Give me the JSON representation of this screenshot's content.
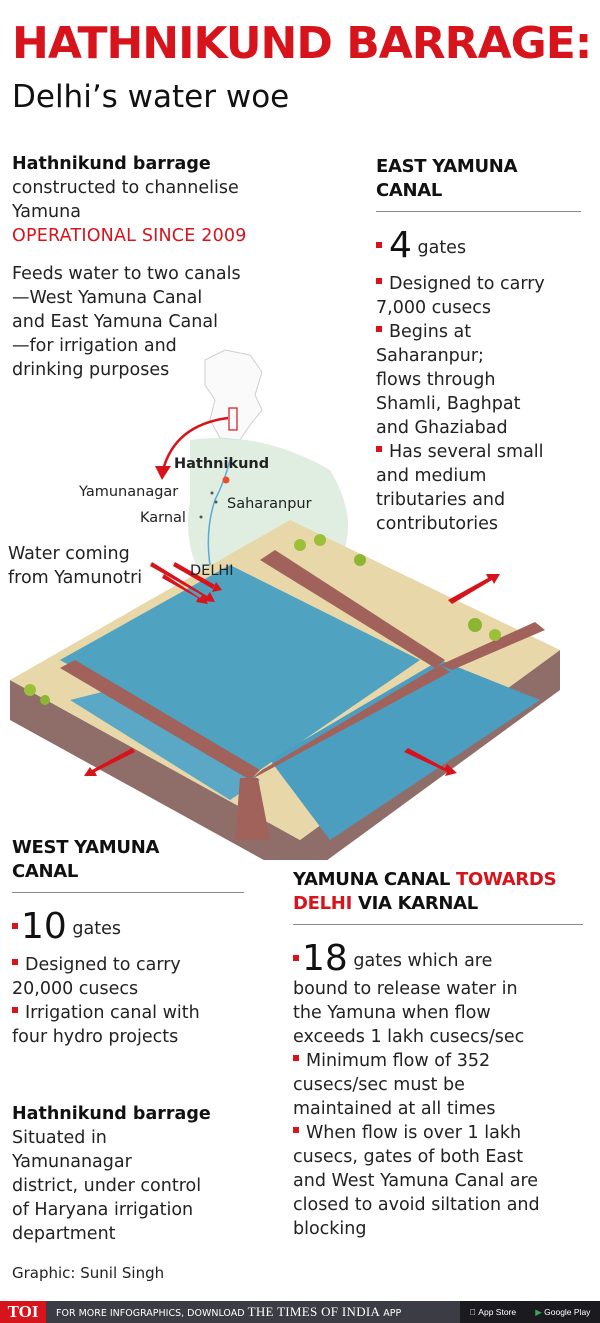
{
  "header": {
    "title": "HATHNIKUND BARRAGE:",
    "subtitle": "Delhi’s water woe"
  },
  "intro": {
    "heading": "Hathnikund barrage",
    "line1": "constructed to channelise",
    "line2": "Yamuna",
    "highlight": "OPERATIONAL SINCE 2009",
    "feeds": [
      "Feeds water to two canals",
      "—West Yamuna Canal",
      "and East Yamuna Canal",
      "—for irrigation and",
      "drinking purposes"
    ]
  },
  "east_canal": {
    "heading_line1": "EAST YAMUNA",
    "heading_line2": "CANAL",
    "gates_number": "4",
    "gates_label": "gates",
    "bullets": [
      [
        "Designed to carry",
        "7,000 cusecs"
      ],
      [
        "Begins at",
        "Saharanpur;",
        "flows through",
        "Shamli, Baghpat",
        "and Ghaziabad"
      ],
      [
        "Has several small",
        "and medium",
        "tributaries and",
        "contributories"
      ]
    ]
  },
  "map": {
    "labels": {
      "hathnikund": "Hathnikund",
      "yamunanagar": "Yamunanagar",
      "saharanpur": "Saharanpur",
      "karnal": "Karnal",
      "delhi": "DELHI",
      "water_line1": "Water coming",
      "water_line2": "from Yamunotri"
    }
  },
  "west_canal": {
    "heading_line1": "WEST YAMUNA",
    "heading_line2": "CANAL",
    "gates_number": "10",
    "gates_label": "gates",
    "bullets": [
      [
        "Designed to carry",
        "20,000 cusecs"
      ],
      [
        "Irrigation canal with",
        "four hydro projects"
      ]
    ]
  },
  "location": {
    "heading": "Hathnikund barrage",
    "lines": [
      "Situated in",
      "Yamunanagar",
      "district, under control",
      "of Haryana irrigation",
      "department"
    ]
  },
  "credit": "Graphic: Sunil Singh",
  "delhi_canal": {
    "heading_part1": "YAMUNA CANAL ",
    "heading_part2": "TOWARDS",
    "heading_part3": "DELHI",
    "heading_part4": " VIA KARNAL",
    "gates_number": "18",
    "gates_label": "gates which are",
    "gates_rest": [
      "bound to release water in",
      "the Yamuna when flow",
      "exceeds 1 lakh cusecs/sec"
    ],
    "bullets": [
      [
        "Minimum flow of 352",
        "cusecs/sec must be",
        "maintained at all times"
      ],
      [
        "When flow is over 1 lakh",
        "cusecs, gates of both East",
        "and West Yamuna Canal are",
        "closed to avoid siltation and",
        "blocking"
      ]
    ]
  },
  "footer": {
    "brand": "TOI",
    "promo_prefix": "FOR MORE INFOGRAPHICS, DOWNLOAD",
    "promo_brand": "THE TIMES OF INDIA",
    "promo_suffix": "APP",
    "app_store": "App Store",
    "google_play": "Google Play"
  },
  "colors": {
    "accent_red": "#d7141c",
    "water": "#4fa2c0",
    "road": "#a0625a",
    "footer_bg": "#3b3c44"
  }
}
